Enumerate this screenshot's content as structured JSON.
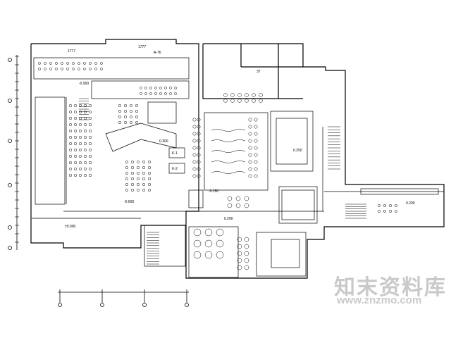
{
  "drawing": {
    "labels": {
      "top_notes": [
        "1777",
        "1777",
        "A-76"
      ],
      "levels": [
        "-0.900",
        "0.300",
        "-0.150",
        "-0.600",
        "±0.000",
        "0.200",
        "0.250",
        "0.200"
      ],
      "room_codes": [
        "37",
        "K-1",
        "K-2"
      ]
    }
  },
  "watermark": {
    "site_name": "知末资料库",
    "url": "www.znzmo.com"
  },
  "colors": {
    "line": "#000000",
    "background": "#ffffff",
    "watermark": "#c9c9c9"
  }
}
